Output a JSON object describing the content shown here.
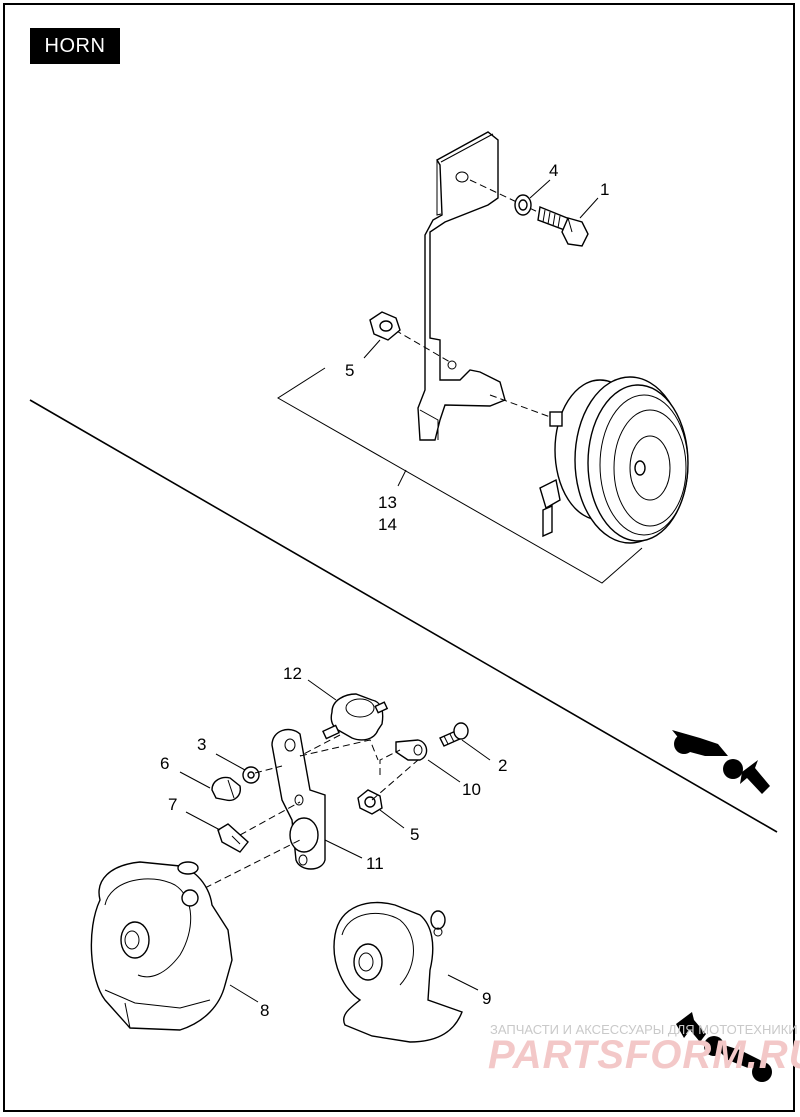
{
  "title": "HORN",
  "callouts": {
    "c1": "1",
    "c2": "2",
    "c3": "3",
    "c4": "4",
    "c5a": "5",
    "c5b": "5",
    "c6": "6",
    "c7": "7",
    "c8": "8",
    "c9": "9",
    "c10": "10",
    "c11": "11",
    "c12": "12",
    "c13": "13",
    "c14": "14"
  },
  "watermark": {
    "caption": "ЗАПЧАСТИ И АКСЕССУАРЫ ДЛЯ МОТОТЕХНИКИ",
    "logo": "PARTSFORM.RU"
  },
  "colors": {
    "ink": "#000000",
    "background": "#ffffff",
    "watermark": "#f3c8c8"
  }
}
